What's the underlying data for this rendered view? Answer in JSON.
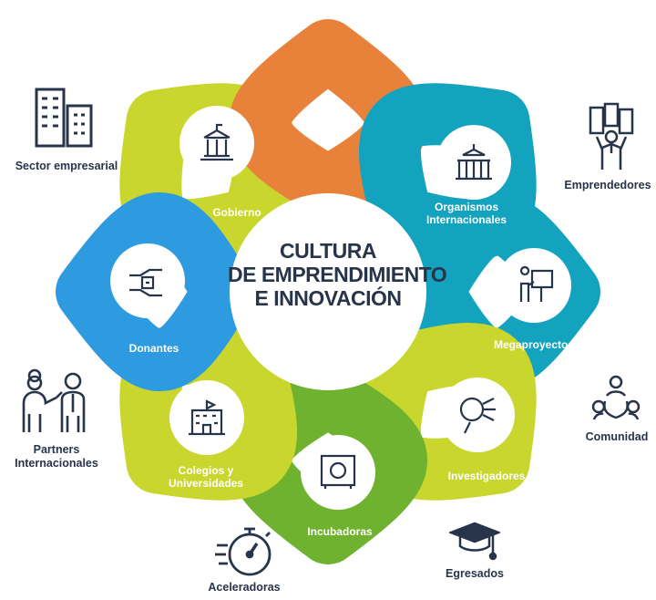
{
  "title": {
    "line1": "CULTURA",
    "line2": "DE EMPRENDIMIENTO",
    "line3": "E INNOVACIÓN"
  },
  "petals": [
    {
      "label": "Gobierno",
      "color": "#e8823a",
      "icon": "government-building-icon"
    },
    {
      "label": "Organismos\nInternacionales",
      "color": "#14a3bf",
      "icon": "institution-icon"
    },
    {
      "label": "Megaproyectos",
      "color": "#14a3bf",
      "icon": "presenter-board-icon"
    },
    {
      "label": "Investigadores",
      "color": "#c9d62d",
      "icon": "magnifier-network-icon"
    },
    {
      "label": "Incubadoras",
      "color": "#6fb22f",
      "icon": "safe-icon"
    },
    {
      "label": "Colegios y\nUniversidades",
      "color": "#c9d62d",
      "icon": "school-building-icon"
    },
    {
      "label": "Donantes",
      "color": "#2e9be0",
      "icon": "hands-coins-icon"
    },
    {
      "label": "",
      "color": "#c9d62d",
      "icon": ""
    }
  ],
  "outer": [
    {
      "label": "Sector empresarial",
      "icon": "office-buildings-icon"
    },
    {
      "label": "Emprendedores",
      "icon": "entrepreneur-icon"
    },
    {
      "label": "Comunidad",
      "icon": "community-icon"
    },
    {
      "label": "Egresados",
      "icon": "graduation-cap-icon"
    },
    {
      "label": "Aceleradoras",
      "icon": "stopwatch-icon"
    },
    {
      "label": "Partners\nInternacionales",
      "icon": "handshake-partners-icon"
    }
  ],
  "colors": {
    "orange": "#e8823a",
    "teal": "#14a3bf",
    "blue": "#2e9be0",
    "lime": "#c9d62d",
    "green": "#6fb22f",
    "navy": "#27344a"
  }
}
